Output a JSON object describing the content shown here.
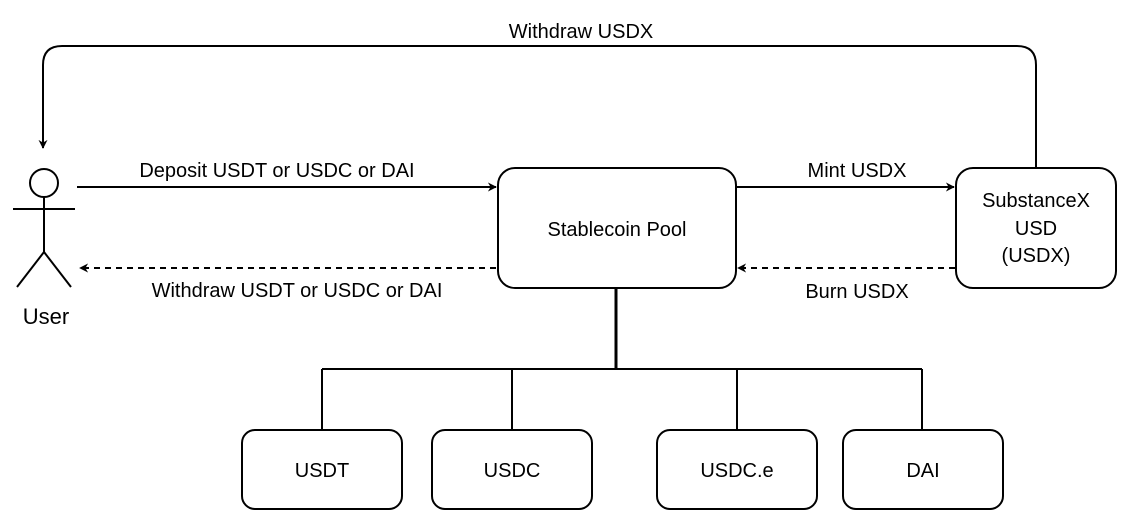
{
  "actor": {
    "label": "User"
  },
  "nodes": {
    "pool": {
      "label": "Stablecoin Pool"
    },
    "substancex": {
      "lines": [
        "SubstanceX",
        "USD",
        "(USDX)"
      ]
    },
    "usdt": {
      "label": "USDT"
    },
    "usdc": {
      "label": "USDC"
    },
    "usdce": {
      "label": "USDC.e"
    },
    "dai": {
      "label": "DAI"
    }
  },
  "edges": {
    "withdraw_usdx": {
      "label": "Withdraw USDX"
    },
    "deposit": {
      "label": "Deposit USDT or USDC or DAI"
    },
    "withdraw_stables": {
      "label": "Withdraw USDT or USDC or DAI"
    },
    "mint": {
      "label": "Mint USDX"
    },
    "burn": {
      "label": "Burn USDX"
    }
  },
  "colors": {
    "stroke": "#000000",
    "fill": "#ffffff",
    "text": "#000000"
  }
}
